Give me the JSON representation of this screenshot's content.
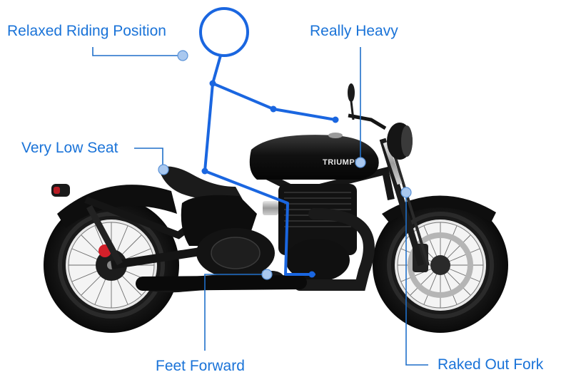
{
  "callouts": {
    "relaxed_riding_position": "Relaxed Riding Position",
    "really_heavy": "Really Heavy",
    "very_low_seat": "Very Low Seat",
    "feet_forward": "Feet Forward",
    "raked_out_fork": "Raked Out Fork"
  },
  "tank_badge": "TRIUMPH",
  "colors": {
    "accent": "#1a73d8",
    "rider_figure": "#1a66e0",
    "motorcycle": "#141414"
  },
  "icons": {
    "motorcycle": "motorcycle-illustration",
    "rider": "rider-stick-figure"
  }
}
